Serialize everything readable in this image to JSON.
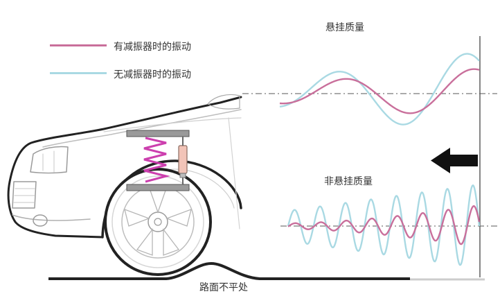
{
  "legend": {
    "damped_label": "有减振器时的振动",
    "undamped_label": "无减振器时的振动"
  },
  "sprung_title": "悬挂质量",
  "unsprung_title": "非悬挂质量",
  "road_label": "路面不平处",
  "colors": {
    "damped": "#c96f9b",
    "undamped": "#a9d9e3",
    "spring": "#cc3fae",
    "car_outline": "#222222",
    "car_light": "#bdbdbd",
    "arrow": "#111111"
  }
}
